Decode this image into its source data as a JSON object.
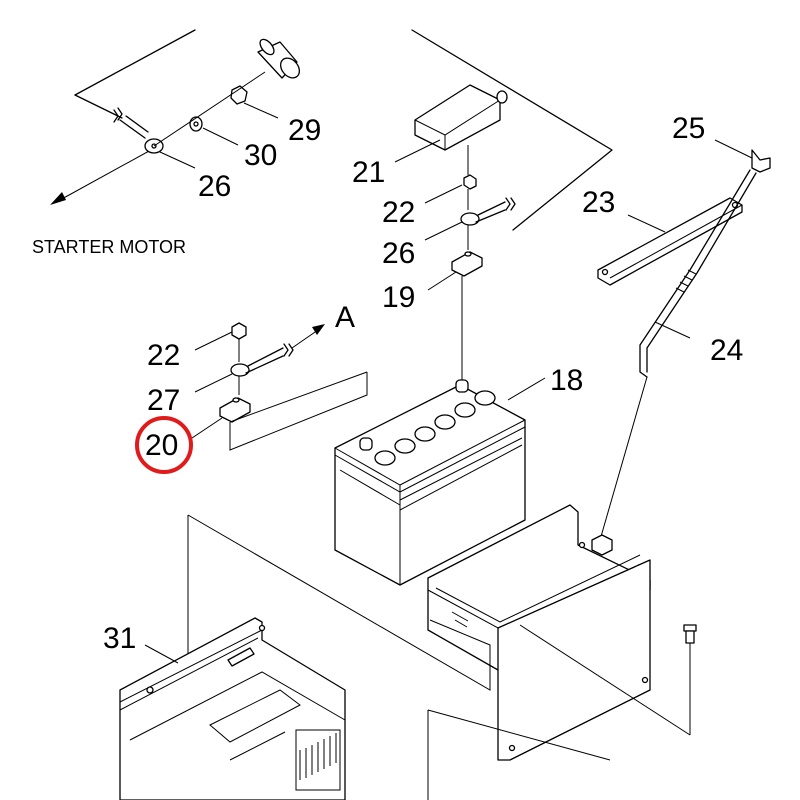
{
  "diagram": {
    "callouts": {
      "c18": "18",
      "c19": "19",
      "c20": "20",
      "c21": "21",
      "c22a": "22",
      "c22b": "22",
      "c23": "23",
      "c24": "24",
      "c25": "25",
      "c26a": "26",
      "c26b": "26",
      "c27": "27",
      "c29": "29",
      "c30": "30",
      "c31": "31"
    },
    "direction_label": "A",
    "starter_motor_label": "STARTER MOTOR",
    "highlighted_callout": "20",
    "highlight_color": "#e01b1b",
    "line_color": "#000000"
  }
}
